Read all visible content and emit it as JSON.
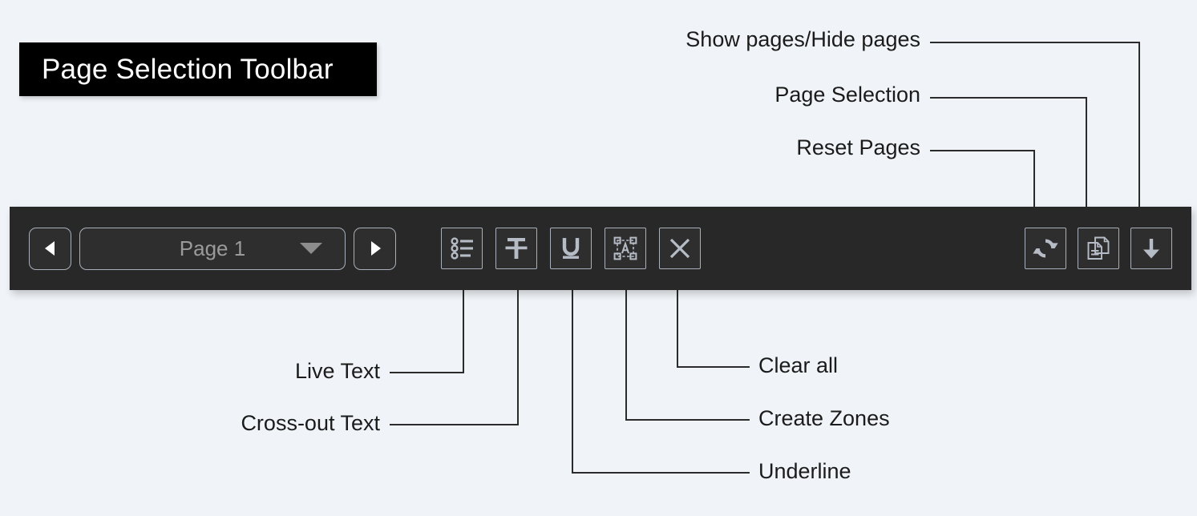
{
  "title": {
    "text": "Page Selection Toolbar"
  },
  "colors": {
    "background": "#f0f4f8",
    "toolbar_bg": "#282828",
    "title_plate_bg": "#000000",
    "title_text": "#ffffff",
    "icon": "#b6bcc6",
    "icon_border": "#a9b0ba",
    "label_text": "#1b1b1b",
    "page_label_text": "#9a9a9a",
    "leader_line": "#2b2b2b"
  },
  "toolbar": {
    "navigation": {
      "previous_page": {
        "name": "previous-page-button",
        "icon": "triangle-left-icon"
      },
      "page_selector": {
        "name": "page-selector",
        "value": "Page 1",
        "icon": "chevron-down-icon"
      },
      "next_page": {
        "name": "next-page-button",
        "icon": "triangle-right-icon"
      }
    },
    "tools": [
      {
        "name": "live-text-button",
        "icon": "bulleted-list-icon",
        "label": "Live Text"
      },
      {
        "name": "cross-out-text-button",
        "icon": "strikethrough-t-icon",
        "label": "Cross-out Text"
      },
      {
        "name": "underline-button",
        "icon": "underline-u-icon",
        "label": "Underline"
      },
      {
        "name": "create-zones-button",
        "icon": "zone-frame-a-icon",
        "label": "Create Zones"
      },
      {
        "name": "clear-all-button",
        "icon": "close-x-icon",
        "label": "Clear all"
      }
    ],
    "right_tools": [
      {
        "name": "reset-pages-button",
        "icon": "refresh-cycle-icon",
        "label": "Reset Pages"
      },
      {
        "name": "page-selection-button",
        "icon": "documents-icon",
        "label": "Page Selection"
      },
      {
        "name": "show-hide-pages-button",
        "icon": "arrow-down-icon",
        "label": "Show pages/Hide pages"
      }
    ]
  },
  "callouts": {
    "show_hide_pages": "Show pages/Hide pages",
    "page_selection": "Page Selection",
    "reset_pages": "Reset Pages",
    "live_text": "Live Text",
    "cross_out_text": "Cross-out Text",
    "underline": "Underline",
    "create_zones": "Create Zones",
    "clear_all": "Clear all"
  }
}
